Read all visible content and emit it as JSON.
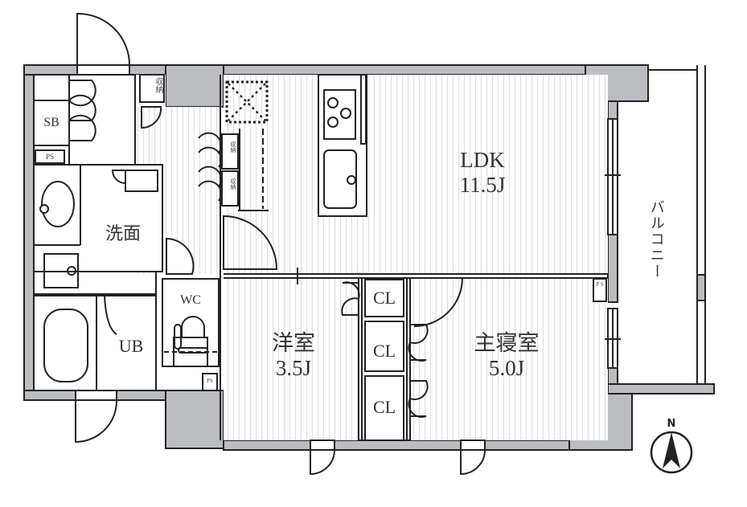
{
  "colors": {
    "wall_fill": "#bcbdc0",
    "line": "#222222",
    "floor_stripe": "#dddddd",
    "background": "#ffffff"
  },
  "rooms": {
    "ldk": {
      "name": "LDK",
      "size": "11.5J"
    },
    "western_room": {
      "name": "洋室",
      "size": "3.5J"
    },
    "master_bedroom": {
      "name": "主寝室",
      "size": "5.0J"
    },
    "washroom": {
      "name": "洗面"
    },
    "bath": {
      "name": "UB"
    },
    "toilet": {
      "name": "WC"
    },
    "shoe_box": {
      "name": "SB"
    },
    "balcony": {
      "name": "バルコニー"
    }
  },
  "storage": {
    "closet_1": "CL",
    "closet_2": "CL",
    "closet_3": "CL",
    "storage_entry": "収納",
    "storage_hall_1": "収納",
    "storage_hall_2": "収納"
  },
  "pipe_spaces": {
    "ps_entry": "PS",
    "ps_wc": "PS",
    "ps_bedroom": "P S"
  },
  "compass": {
    "label": "N",
    "icon": "north-arrow-icon"
  }
}
